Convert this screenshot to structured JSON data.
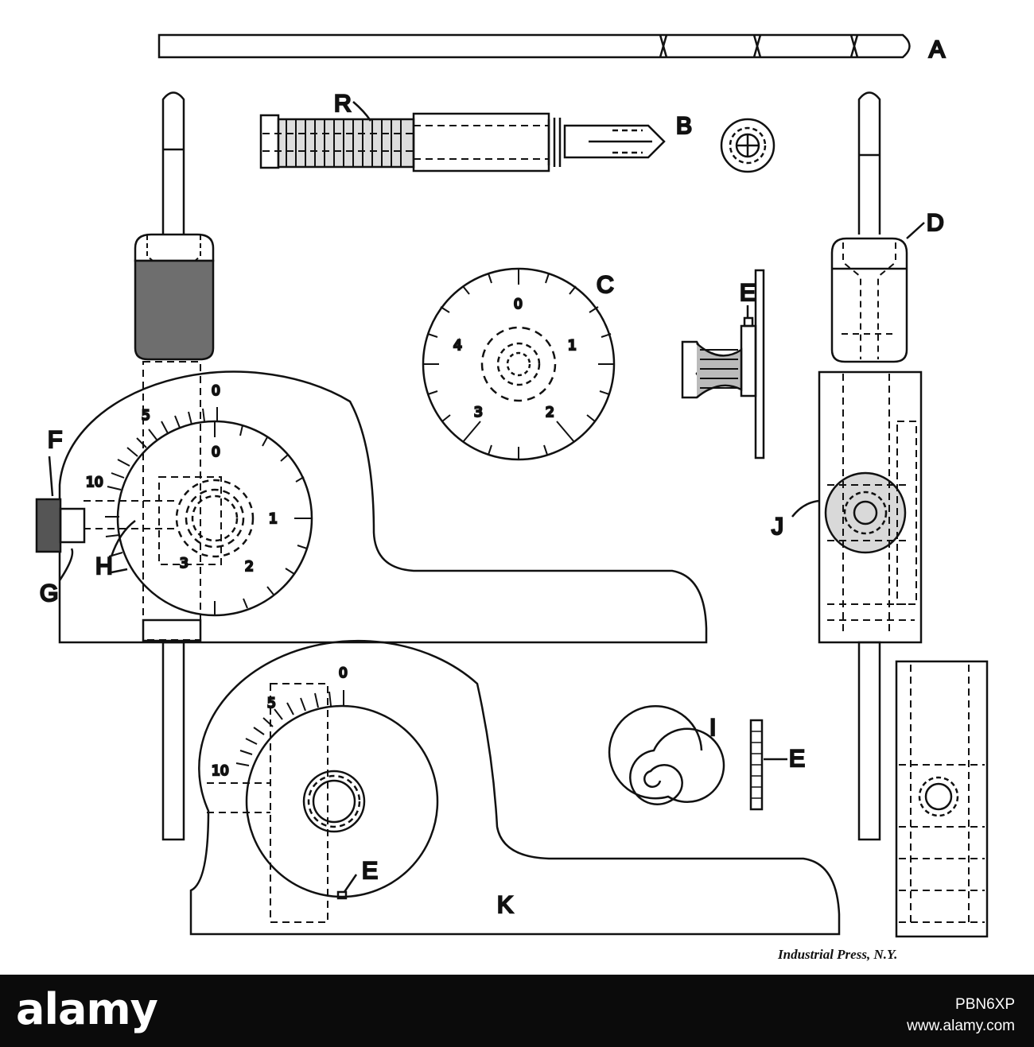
{
  "figure": {
    "labels": {
      "A": "A",
      "B": "B",
      "C": "C",
      "D": "D",
      "E": "E",
      "F": "F",
      "G": "G",
      "H": "H",
      "I": "I",
      "J": "J",
      "K": "K",
      "R": "R"
    },
    "dial_numbers": {
      "upper_scale_zero": "0",
      "upper_scale_five": "5",
      "upper_scale_ten": "10",
      "dial_zero": "0",
      "dial_one": "1",
      "dial_two": "2",
      "dial_three": "3",
      "c_zero": "0",
      "c_one": "1",
      "c_two": "2",
      "c_three": "3",
      "c_four": "4",
      "k_zero": "0",
      "k_five": "5",
      "k_ten": "10"
    },
    "credit": "Industrial Press, N.Y."
  },
  "watermark": {
    "brand": "alamy",
    "image_id": "PBN6XP",
    "url": "www.alamy.com"
  }
}
